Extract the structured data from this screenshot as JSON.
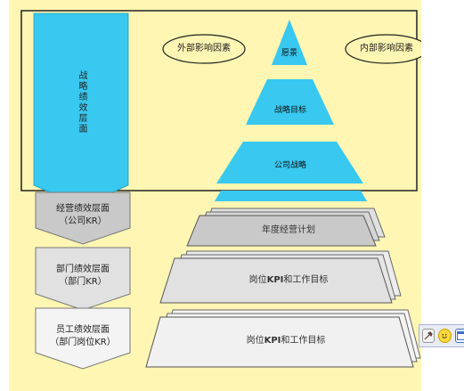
{
  "diagram": {
    "strategic_level": "战略绩效层面",
    "external_factor": "外部影响因素",
    "internal_factor": "内部影响因素",
    "pyramid": {
      "vision": "愿景",
      "strategic_goal": "战略目标",
      "company_strategy": "公司战略"
    },
    "levels": [
      {
        "title": "经营绩效层面",
        "subtitle": "（公司KR）",
        "layer": "年度经营计划"
      },
      {
        "title": "部门绩效层面",
        "subtitle": "（部门KR）",
        "layer_prefix": "岗位",
        "layer_kpi": "KPI",
        "layer_suffix": "和工作目标"
      },
      {
        "title": "员工绩效层面",
        "subtitle": "（部门岗位KR）",
        "layer_prefix": "岗位",
        "layer_kpi": "KPI",
        "layer_suffix": "和工作目标"
      }
    ]
  },
  "tray": {
    "icons": [
      "tray-tool-icon",
      "tray-smiley-icon",
      "tray-window-icon"
    ]
  },
  "colors": {
    "background": "#fff6b4",
    "cyan": "#38c8f0",
    "layer_dark": "#c9c9c9",
    "layer_mid": "#e3e3e3",
    "layer_light": "#f1f1f1"
  }
}
